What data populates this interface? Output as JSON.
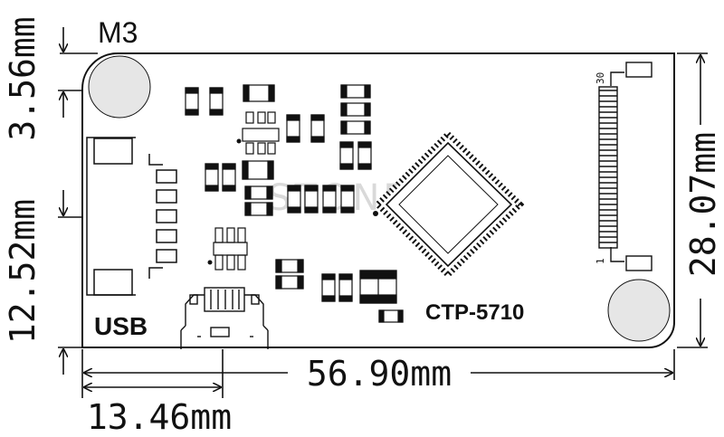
{
  "board": {
    "name": "CTP-5710",
    "usb_label": "USB",
    "mount_label": "M3",
    "watermark": "STONE KIT"
  },
  "dimensions": {
    "overall_width": "56.90mm",
    "usb_offset": "13.46mm",
    "height": "28.07mm",
    "top_to_usb": "3.56mm",
    "usb_to_bottom": "12.52mm"
  },
  "connector": {
    "pin_first": "1",
    "pin_last": "30"
  },
  "colors": {
    "ink": "#111111",
    "board_fill": "#ffffff",
    "hole_fill": "#e6e6e6",
    "watermark": "#d9d9d9"
  }
}
